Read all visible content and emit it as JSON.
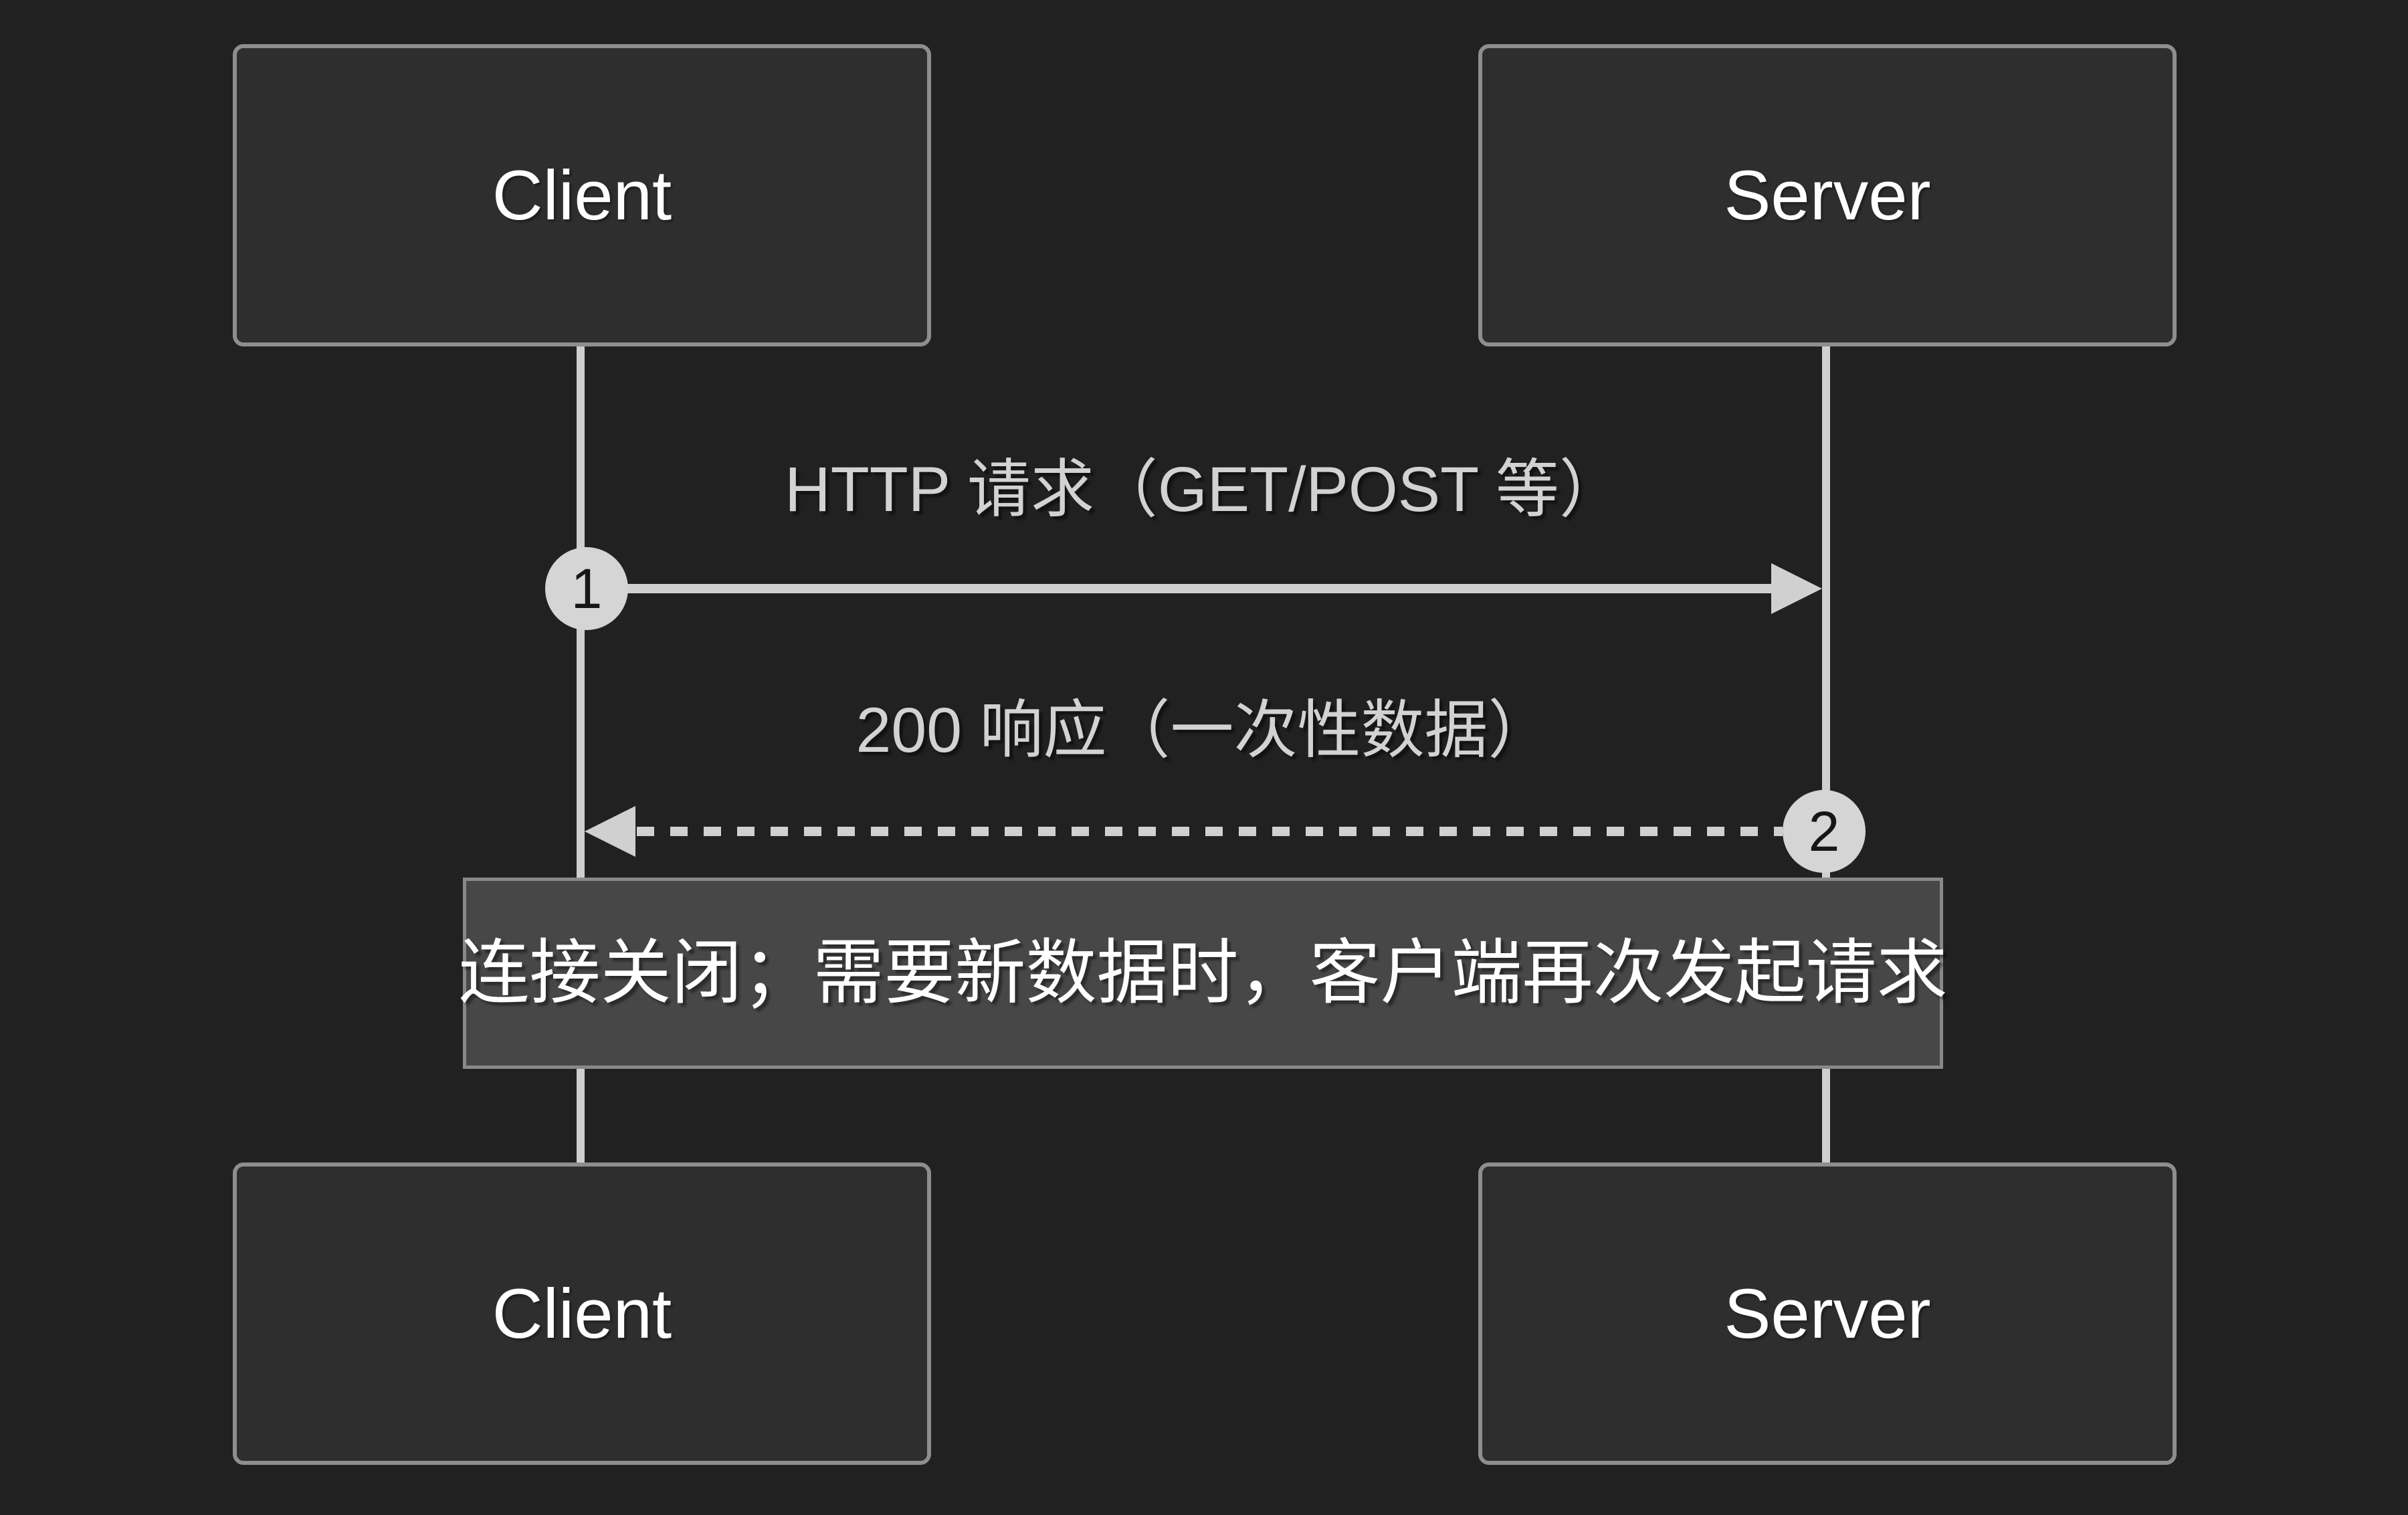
{
  "actors": {
    "top": [
      {
        "label": "Client"
      },
      {
        "label": "Server"
      }
    ],
    "bottom": [
      {
        "label": "Client"
      },
      {
        "label": "Server"
      }
    ]
  },
  "messages": [
    {
      "number": "1",
      "label": "HTTP 请求（GET/POST 等）",
      "from": "Client",
      "to": "Server",
      "line_style": "solid",
      "direction": "right"
    },
    {
      "number": "2",
      "label": "200 响应（一次性数据）",
      "from": "Server",
      "to": "Client",
      "line_style": "dashed",
      "direction": "left"
    }
  ],
  "note": {
    "text": "连接关闭；需要新数据时，客户端再次发起请求"
  },
  "colors": {
    "background": "#212121",
    "actor_fill": "#2e2e2e",
    "actor_border": "#8e8e8e",
    "note_fill": "#474747",
    "note_border": "#898989",
    "line": "#d0d0d0",
    "lifeline": "#cfcfcf",
    "message_text": "#d2d2d2",
    "actor_text": "#ffffff",
    "note_text": "#ffffff",
    "badge_fill": "#d5d5d5",
    "badge_text": "#161616"
  }
}
